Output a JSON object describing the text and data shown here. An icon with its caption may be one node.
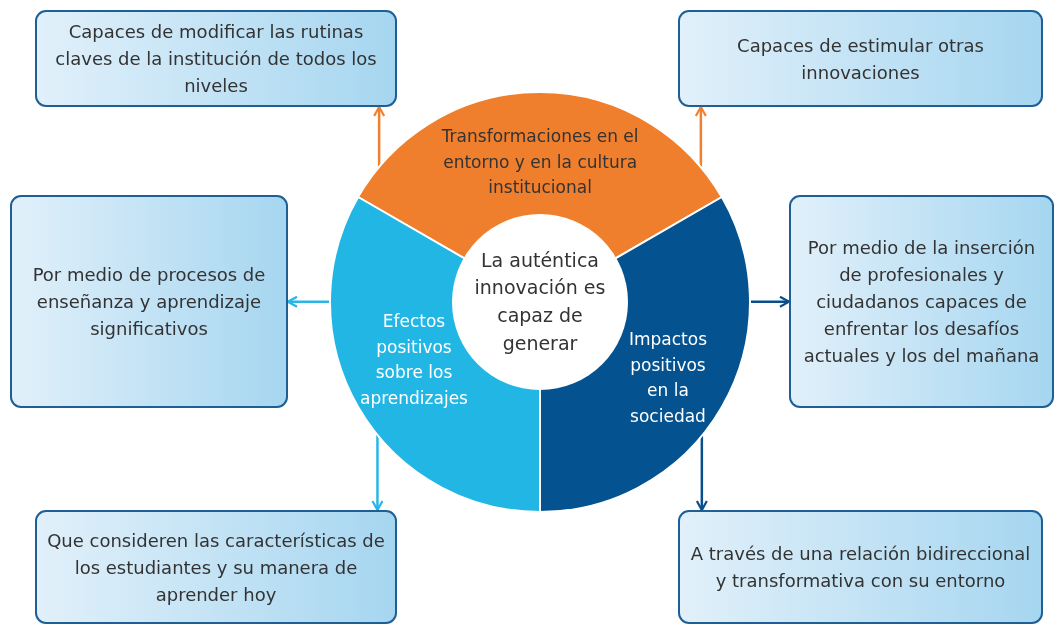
{
  "diagram": {
    "nodes": [
      {
        "text": [
          "Transformaciones en el entorno y en la cultura institucional"
        ]
      },
      {
        "text": [
          "Efectos positivos sobre los aprendizajes"
        ]
      },
      {
        "text": [
          "Impactos positivos en la sociedad"
        ]
      },
      {
        "text": [
          "La auténtica innovación es capaz de generar"
        ]
      },
      {
        "text": [
          "Capaces de modificar las rutinas claves de la institución de todos los niveles"
        ]
      },
      {
        "text": [
          "Capaces de estimular otras innovaciones"
        ]
      },
      {
        "text": [
          "Por medio de procesos de enseñanza y aprendizaje significativos"
        ]
      },
      {
        "text": [
          "Por medio de la inserción de profesionales y ciudadanos capaces de enfrentar los desafíos actuales y los del mañana"
        ]
      },
      {
        "text": [
          "Que consideren las características de los estudiantes y su manera de aprender hoy"
        ]
      },
      {
        "text": [
          "A través de una relación bidireccional y transformativa con su entorno"
        ]
      }
    ],
    "edges": [
      {
        "from": 0,
        "to": 4,
        "arrow": "to",
        "color": "#f08030"
      },
      {
        "from": 0,
        "to": 5,
        "arrow": "to",
        "color": "#f08030"
      },
      {
        "from": 1,
        "to": 6,
        "arrow": "to",
        "color": "#29b6e6"
      },
      {
        "from": 2,
        "to": 7,
        "arrow": "to",
        "color": "#0a4f8c"
      },
      {
        "from": 1,
        "to": 8,
        "arrow": "to",
        "color": "#29b6e6"
      },
      {
        "from": 2,
        "to": 9,
        "arrow": "to",
        "color": "#0a4f8c"
      }
    ]
  }
}
